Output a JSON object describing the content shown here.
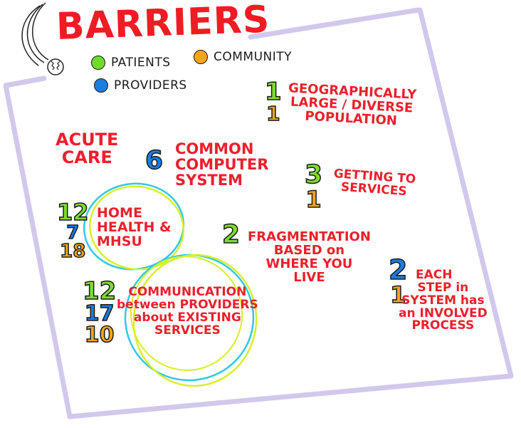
{
  "title": "BARRIERS",
  "legend": {
    "items": [
      {
        "label": "PATIENTS",
        "color": "#6fdc2b"
      },
      {
        "label": "COMMUNITY",
        "color": "#f5a41c"
      },
      {
        "label": "PROVIDERS",
        "color": "#1a7de0"
      }
    ]
  },
  "colors": {
    "text_red": "#ec1f2c",
    "patients_green": "#7ddc2e",
    "providers_blue": "#1a7de0",
    "community_orange": "#f5a41c",
    "frame_lavender": "#cdc2ea",
    "circle_cyan": "#2fc9e6",
    "circle_yellow": "#d8ef2a"
  },
  "barriers": [
    {
      "id": "geographic",
      "lines": [
        "GEOGRAPHICALLY",
        "LARGE / DIVERSE",
        "POPULATION"
      ],
      "counts": {
        "patients": "1",
        "community": "1"
      }
    },
    {
      "id": "acute-care",
      "lines": [
        "ACUTE",
        "CARE"
      ],
      "counts": {}
    },
    {
      "id": "common-computer",
      "lines": [
        "COMMON",
        "COMPUTER",
        "SYSTEM"
      ],
      "counts": {
        "providers": "6"
      }
    },
    {
      "id": "getting-to-services",
      "lines": [
        "GETTING TO",
        "SERVICES"
      ],
      "counts": {
        "patients": "3",
        "community": "1"
      }
    },
    {
      "id": "home-health",
      "lines": [
        "HOME",
        "HEALTH &",
        "MHSU"
      ],
      "counts": {
        "patients": "12",
        "providers": "7",
        "community": "18"
      }
    },
    {
      "id": "fragmentation",
      "lines": [
        "FRAGMENTATION",
        "BASED on",
        "WHERE YOU",
        "LIVE"
      ],
      "counts": {
        "patients": "2"
      }
    },
    {
      "id": "each-step",
      "lines": [
        "EACH",
        "STEP in",
        "SYSTEM has",
        "an INVOLVED",
        "PROCESS"
      ],
      "counts": {
        "providers": "2",
        "community": "1"
      }
    },
    {
      "id": "communication",
      "lines": [
        "COMMUNICATION",
        "between PROVIDERS",
        "about EXISTING",
        "SERVICES"
      ],
      "counts": {
        "patients": "12",
        "providers": "17",
        "community": "10"
      }
    }
  ]
}
